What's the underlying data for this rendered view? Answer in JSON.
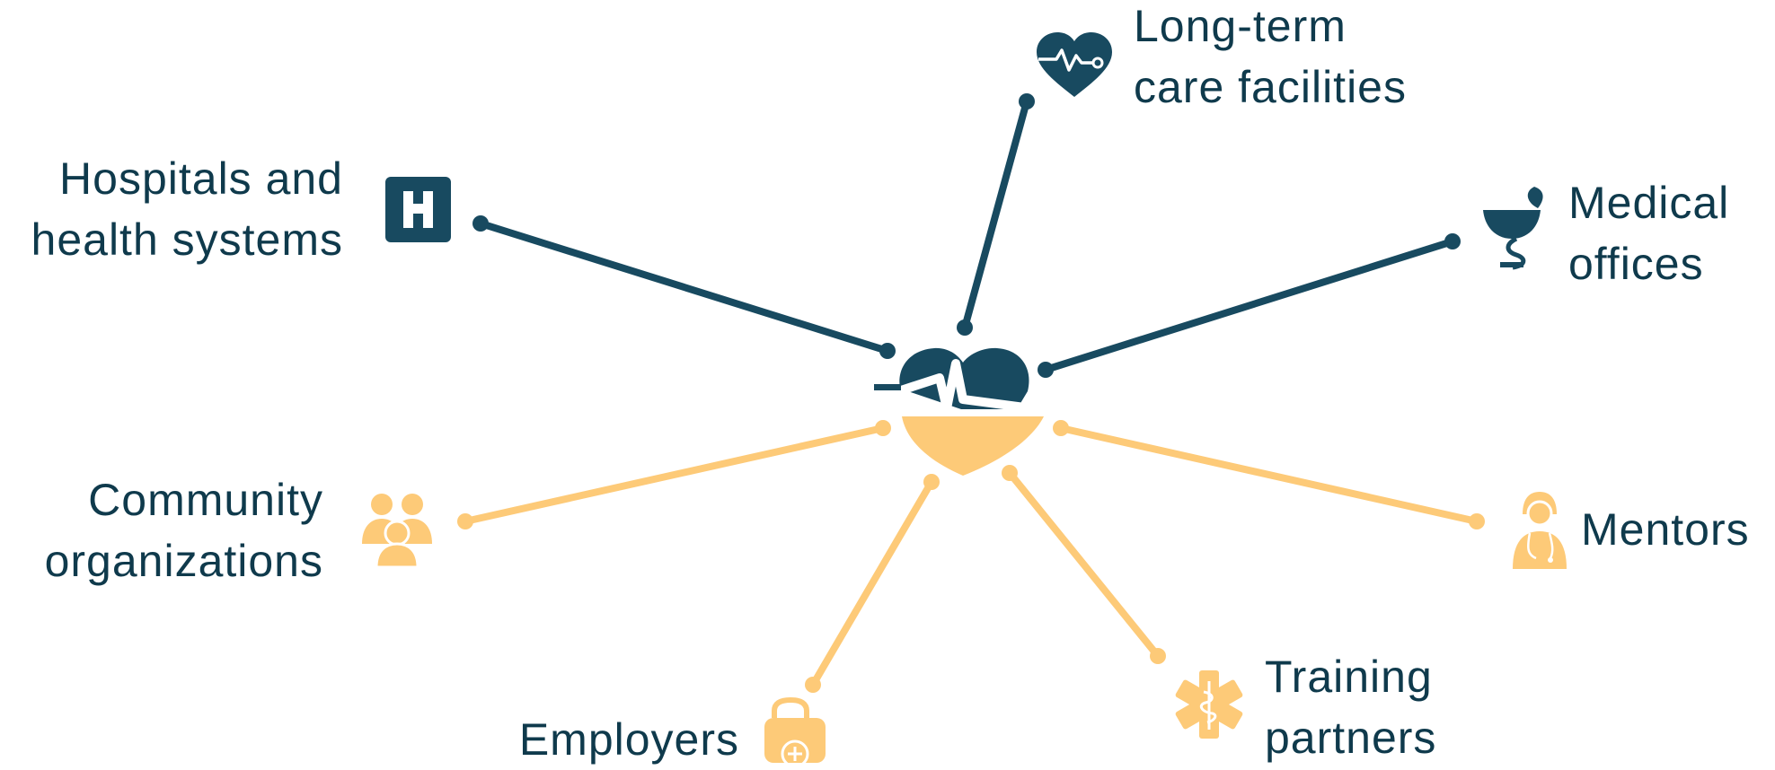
{
  "colors": {
    "navy": "#184a60",
    "gold": "#fdca78",
    "text": "#0f3a4c",
    "background": "#ffffff"
  },
  "hub": {
    "icon": "heart-pulse-icon"
  },
  "nodes": [
    {
      "id": "hospitals",
      "lines": [
        "Hospitals and",
        "health systems"
      ],
      "icon": "hospital-h-icon",
      "group": "navy"
    },
    {
      "id": "long-term-care",
      "lines": [
        "Long-term",
        "care facilities"
      ],
      "icon": "heart-ecg-icon",
      "group": "navy"
    },
    {
      "id": "medical-offices",
      "lines": [
        "Medical",
        "offices"
      ],
      "icon": "medicine-cup-icon",
      "group": "navy"
    },
    {
      "id": "community",
      "lines": [
        "Community",
        "organizations"
      ],
      "icon": "people-group-icon",
      "group": "gold"
    },
    {
      "id": "employers",
      "lines": [
        "Employers"
      ],
      "icon": "medical-bag-icon",
      "group": "gold"
    },
    {
      "id": "training",
      "lines": [
        "Training",
        "partners"
      ],
      "icon": "star-of-life-icon",
      "group": "gold"
    },
    {
      "id": "mentors",
      "lines": [
        "Mentors"
      ],
      "icon": "doctor-icon",
      "group": "gold"
    }
  ]
}
